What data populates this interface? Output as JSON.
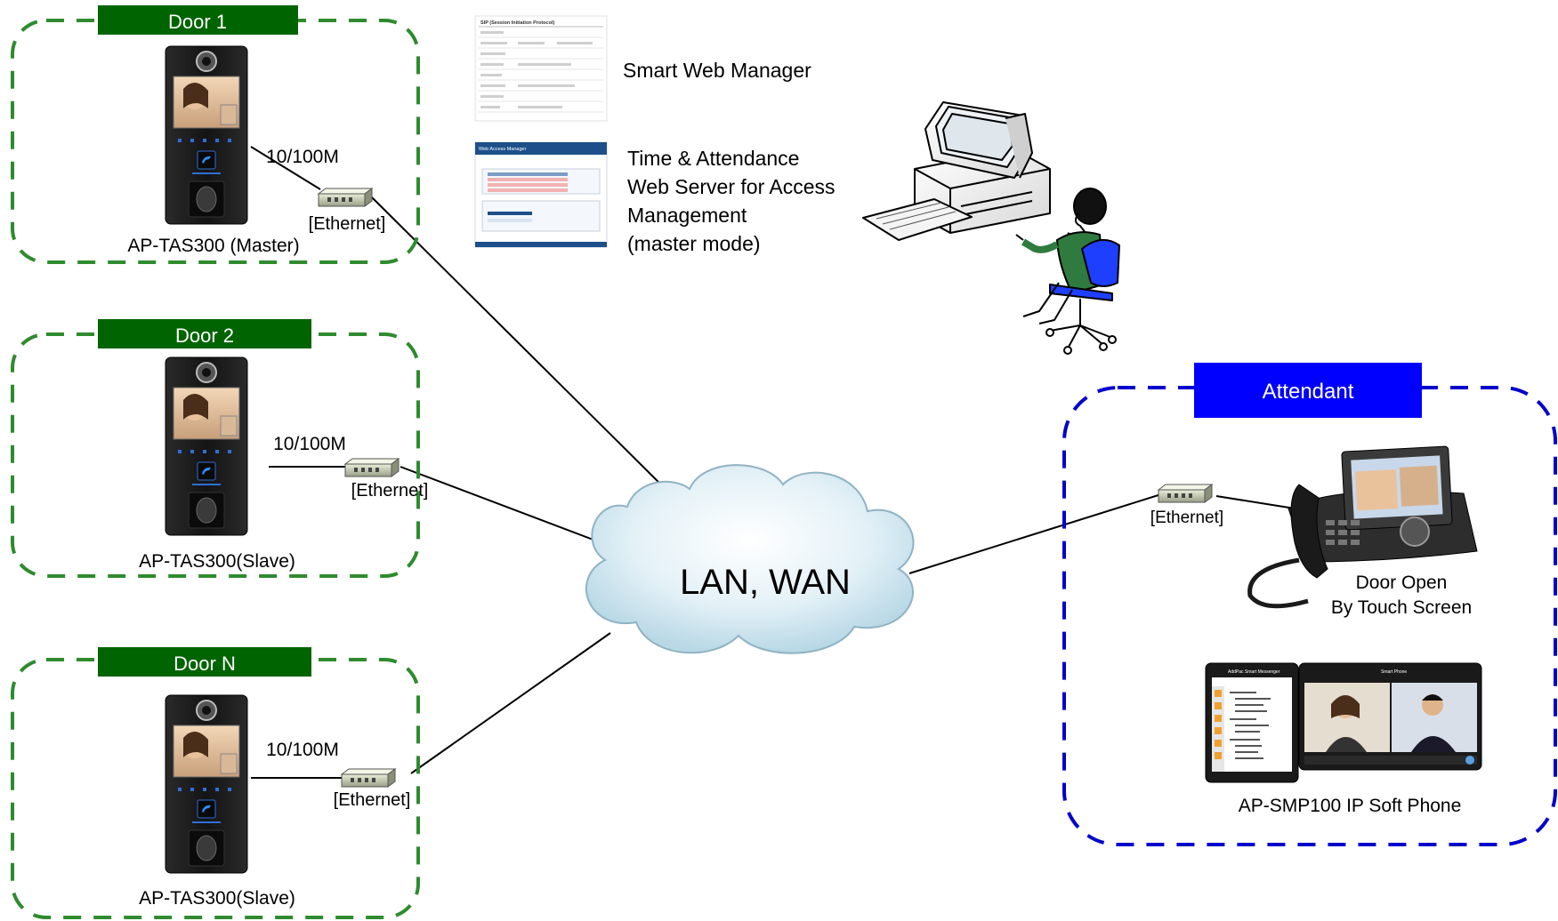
{
  "doors": [
    {
      "tag": "Door 1",
      "device": "AP-TAS300 (Master)",
      "speed": "10/100M",
      "hub": "[Ethernet]"
    },
    {
      "tag": "Door 2",
      "device": "AP-TAS300(Slave)",
      "speed": "10/100M",
      "hub": "[Ethernet]"
    },
    {
      "tag": "Door N",
      "device": "AP-TAS300(Slave)",
      "speed": "10/100M",
      "hub": "[Ethernet]"
    }
  ],
  "network": {
    "label": "LAN, WAN"
  },
  "web": {
    "smart_manager": "Smart Web Manager",
    "sip_title": "SIP (Session Initiation Protocol)",
    "access_title": "Web Access Manager",
    "time_attendance": [
      "Time & Attendance",
      "Web Server for Access",
      "Management",
      "(master mode)"
    ]
  },
  "attendant": {
    "tag": "Attendant",
    "hub": "[Ethernet]",
    "phone_caption": [
      "Door Open",
      "By Touch Screen"
    ],
    "softphone_caption": "AP-SMP100 IP Soft Phone",
    "softphone_title": "AddPac Smart Messenger",
    "softphone_window": "Smart Phone"
  },
  "colors": {
    "door_green": "#006400",
    "door_border": "#2e8b2e",
    "attendant_blue": "#0000ff",
    "attendant_border": "#0000cc",
    "cloud": "#dceef5",
    "device": "#1a1a1a"
  }
}
